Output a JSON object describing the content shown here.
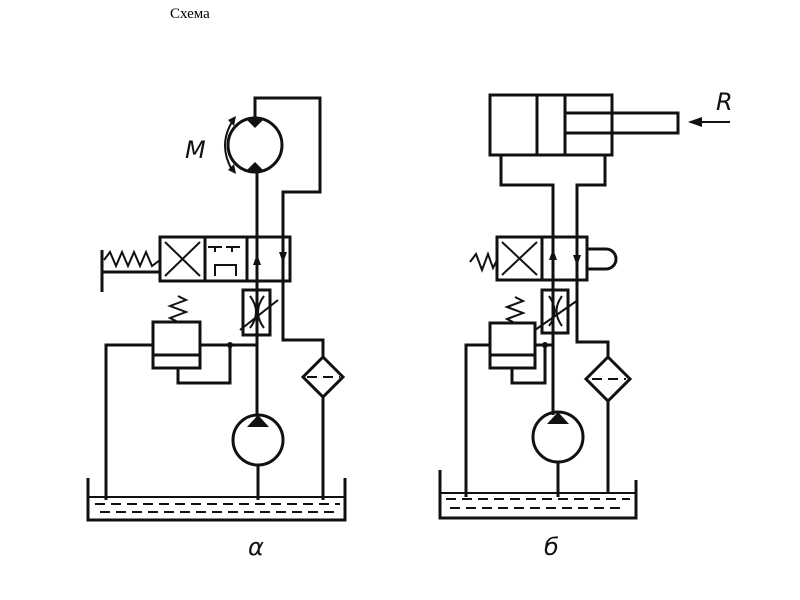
{
  "title": "Схема",
  "diagram_a": {
    "caption": "α",
    "motor_label": "M"
  },
  "diagram_b": {
    "caption": "б",
    "force_label": "R"
  }
}
